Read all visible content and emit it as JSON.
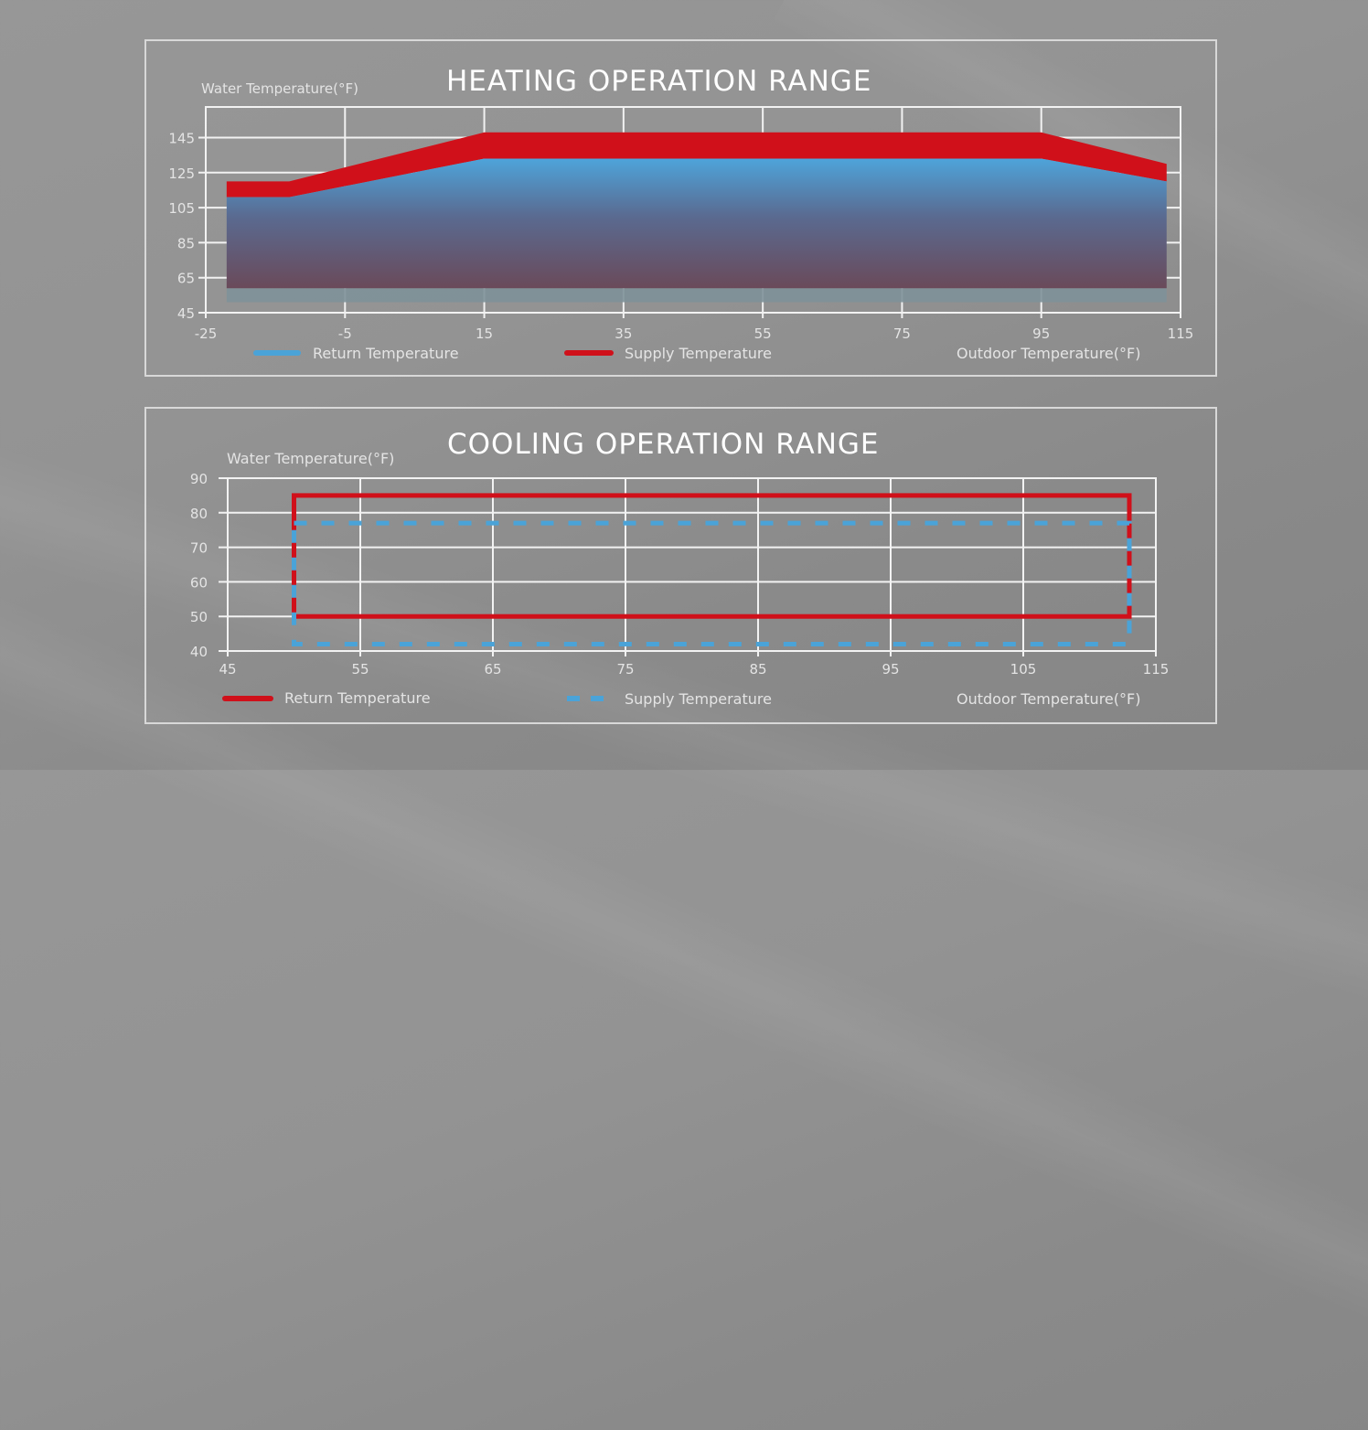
{
  "heating": {
    "title": "HEATING OPERATION RANGE",
    "ylabel": "Water Temperature(°F)",
    "xlabel": "Outdoor Temperature(°F)",
    "legend": [
      {
        "label": "Return Temperature",
        "color": "#4aa3d8",
        "style": "solid"
      },
      {
        "label": "Supply Temperature",
        "color": "#d0101a",
        "style": "solid"
      }
    ]
  },
  "cooling": {
    "title": "COOLING OPERATION RANGE",
    "ylabel": "Water Temperature(°F)",
    "xlabel": "Outdoor Temperature(°F)",
    "legend": [
      {
        "label": "Return Temperature",
        "color": "#d0101a",
        "style": "solid"
      },
      {
        "label": "Supply Temperature",
        "color": "#4aa3d8",
        "style": "dashed"
      }
    ]
  },
  "chart_data": [
    {
      "type": "area",
      "title": "HEATING OPERATION RANGE",
      "xlabel": "Outdoor Temperature(°F)",
      "ylabel": "Water Temperature(°F)",
      "xlim": [
        -25,
        115
      ],
      "ylim": [
        45,
        160
      ],
      "xticks": [
        -25,
        -5,
        15,
        35,
        55,
        75,
        95,
        115
      ],
      "yticks": [
        45,
        65,
        85,
        105,
        125,
        145
      ],
      "grid": true,
      "legend_position": "bottom",
      "series": [
        {
          "name": "Supply Temperature",
          "color": "#d0101a",
          "x": [
            -22,
            -13,
            15,
            95,
            113
          ],
          "upper": [
            120,
            120,
            148,
            148,
            130
          ]
        },
        {
          "name": "Return Temperature",
          "color": "#4aa3d8",
          "x": [
            -22,
            -13,
            15,
            95,
            113
          ],
          "upper": [
            111,
            111,
            133,
            133,
            120
          ],
          "lower": 59
        },
        {
          "name": "Lower band",
          "x": [
            -22,
            113
          ],
          "lower": 51,
          "upper": 59
        }
      ]
    },
    {
      "type": "line",
      "title": "COOLING OPERATION RANGE",
      "xlabel": "Outdoor Temperature(°F)",
      "ylabel": "Water Temperature(°F)",
      "xlim": [
        45,
        115
      ],
      "ylim": [
        40,
        90
      ],
      "xticks": [
        45,
        55,
        65,
        75,
        85,
        95,
        105,
        115
      ],
      "yticks": [
        40,
        50,
        60,
        70,
        80,
        90
      ],
      "grid": true,
      "legend_position": "bottom",
      "series": [
        {
          "name": "Return Temperature",
          "color": "#d0101a",
          "style": "solid",
          "rect": {
            "x_min": 50,
            "x_max": 113,
            "y_min": 50,
            "y_max": 85
          }
        },
        {
          "name": "Supply Temperature",
          "color": "#4aa3d8",
          "style": "dashed",
          "rect": {
            "x_min": 50,
            "x_max": 113,
            "y_min": 42,
            "y_max": 77
          }
        }
      ]
    }
  ]
}
